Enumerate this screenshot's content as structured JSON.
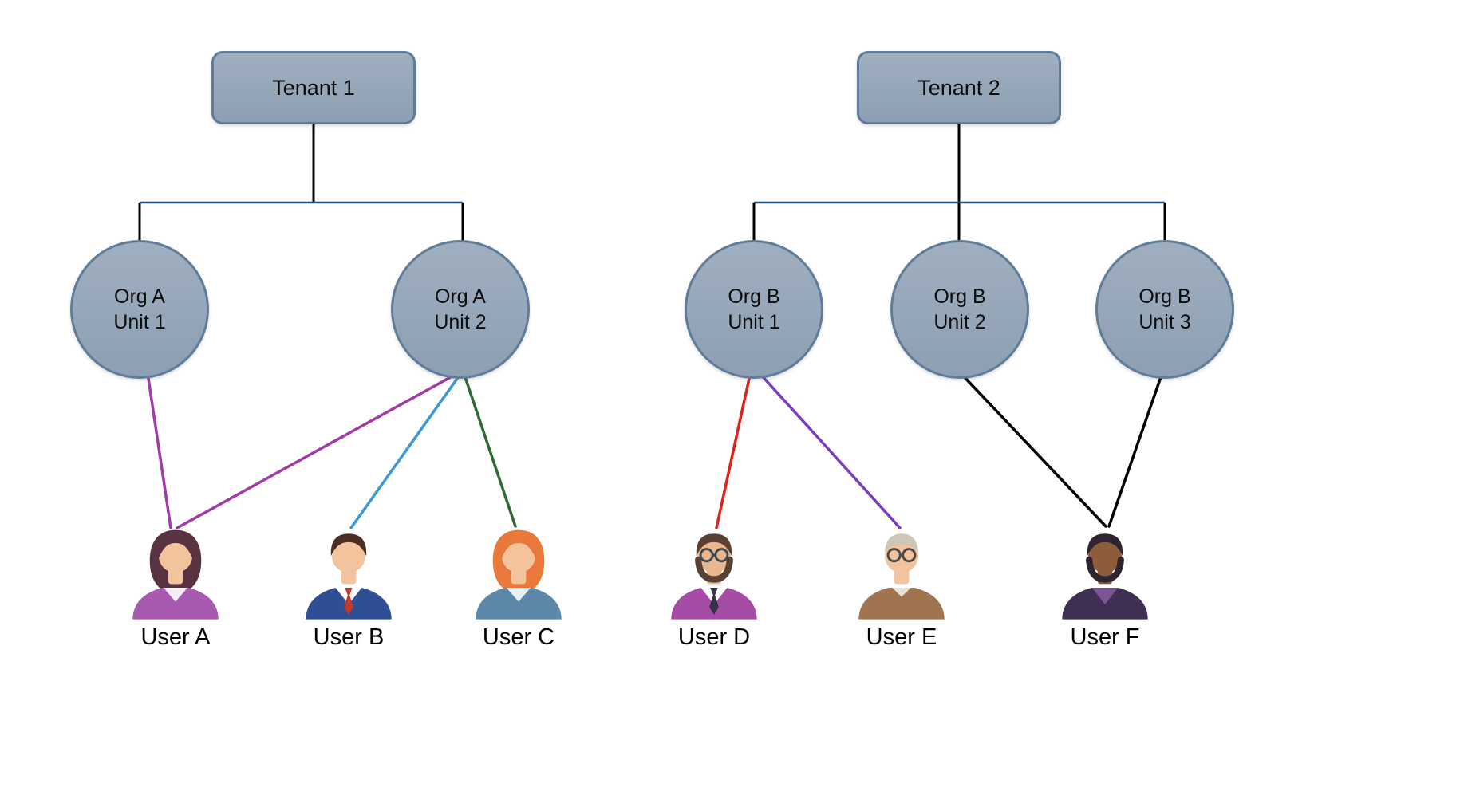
{
  "theme": {
    "bg": "#ffffff",
    "text": "#000000",
    "node_fill": "#8e9fb3",
    "node_fill_light": "#9fafc0",
    "node_border": "#5f7d99",
    "connector": "#000000",
    "connector_h": "#1f4e79"
  },
  "diagram": {
    "tenants": [
      {
        "label": "Tenant 1"
      },
      {
        "label": "Tenant 2"
      }
    ],
    "org_units": [
      {
        "line1": "Org A",
        "line2": "Unit 1"
      },
      {
        "line1": "Org A",
        "line2": "Unit 2"
      },
      {
        "line1": "Org B",
        "line2": "Unit 1"
      },
      {
        "line1": "Org B",
        "line2": "Unit 2"
      },
      {
        "line1": "Org B",
        "line2": "Unit 3"
      }
    ],
    "users": [
      {
        "label": "User A",
        "colors": {
          "skin": "#f2c39c",
          "hair": "#5a3343",
          "shirt": "#a85ab0",
          "inner": "#f6eef7"
        }
      },
      {
        "label": "User B",
        "colors": {
          "skin": "#f2c39c",
          "hair": "#4a2e24",
          "shirt": "#2e4f94",
          "inner": "#ffffff",
          "tie": "#c0392b"
        }
      },
      {
        "label": "User C",
        "colors": {
          "skin": "#f2c39c",
          "hair": "#e8793a",
          "shirt": "#5b87a8",
          "inner": "#e9f1f5"
        }
      },
      {
        "label": "User D",
        "colors": {
          "skin": "#eab68e",
          "hair": "#5a4032",
          "shirt": "#a64ca6",
          "inner": "#ffffff",
          "tie": "#33334a"
        }
      },
      {
        "label": "User E",
        "colors": {
          "skin": "#f2c39c",
          "hair": "#cfc6b8",
          "shirt": "#a0744f",
          "inner": "#e8e0d0"
        }
      },
      {
        "label": "User F",
        "colors": {
          "skin": "#8d5d3b",
          "hair": "#2f2430",
          "shirt": "#3f2f52",
          "inner": "#7d5596"
        }
      }
    ],
    "connections": [
      {
        "from": "Org A Unit 1",
        "to": "User A",
        "color": "#a03ba8"
      },
      {
        "from": "Org A Unit 2",
        "to": "User A",
        "color": "#a03ba8"
      },
      {
        "from": "Org A Unit 2",
        "to": "User B",
        "color": "#3d9ad1"
      },
      {
        "from": "Org A Unit 2",
        "to": "User C",
        "color": "#2e6b30"
      },
      {
        "from": "Org B Unit 1",
        "to": "User D",
        "color": "#e2231a"
      },
      {
        "from": "Org B Unit 1",
        "to": "User E",
        "color": "#7a3dbf"
      },
      {
        "from": "Org B Unit 2",
        "to": "User F",
        "color": "#000000"
      },
      {
        "from": "Org B Unit 3",
        "to": "User F",
        "color": "#000000"
      }
    ]
  }
}
